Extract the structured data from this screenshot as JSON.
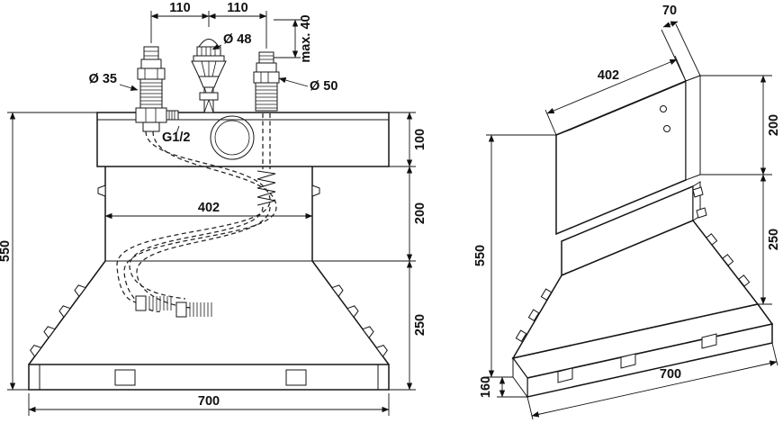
{
  "drawing": {
    "kind": "technical installation drawing, two views (front and perspective)"
  },
  "front_view": {
    "dims": {
      "pitch_left": "110",
      "pitch_right": "110",
      "max_projection": "max. 40",
      "dia_cartridge": "Ø 48",
      "dia_left_valve": "Ø 35",
      "dia_right_valve": "Ø 50",
      "thread_label": "G1/2",
      "inner_width": "402",
      "rail_height": "100",
      "mid_height": "200",
      "lower_height": "250",
      "overall_height": "550",
      "overall_width": "700"
    }
  },
  "side_view": {
    "dims": {
      "top_depth": "70",
      "panel_width": "402",
      "upper_height": "200",
      "lower_height": "250",
      "overall_height": "550",
      "base_width": "700",
      "base_depth": "160"
    }
  }
}
